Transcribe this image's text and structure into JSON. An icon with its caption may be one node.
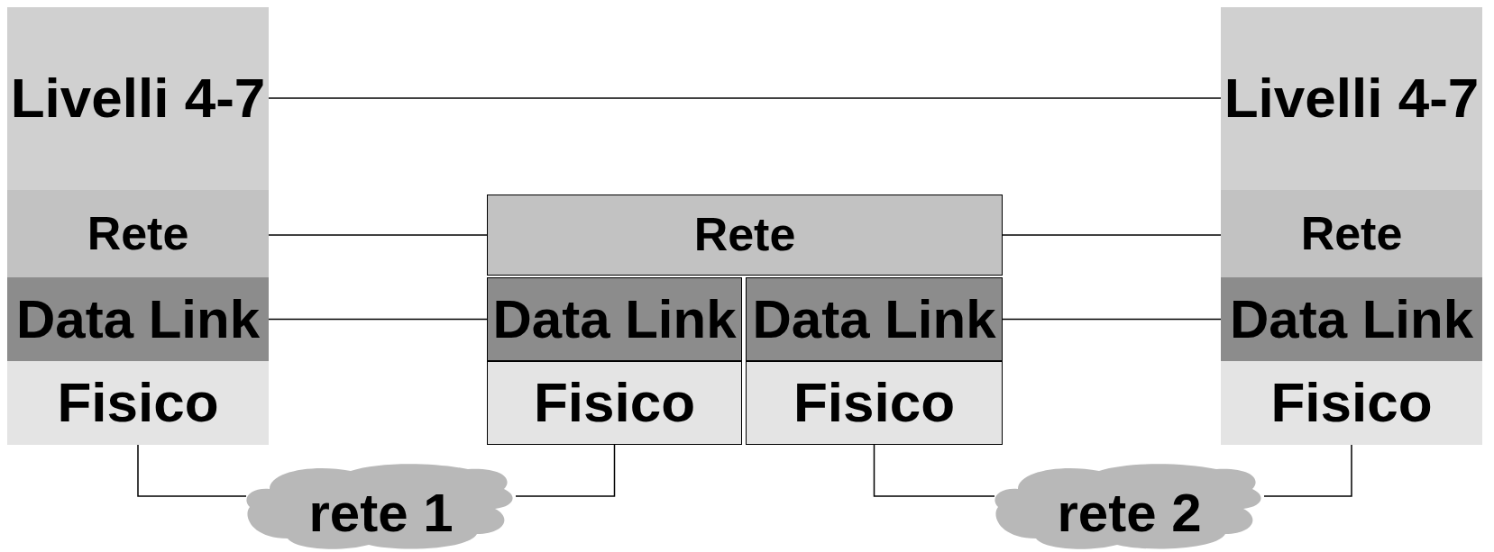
{
  "diagram": {
    "nodes": [
      {
        "text": [
          "Livelli 4-7"
        ]
      },
      {
        "text": [
          "Rete"
        ]
      },
      {
        "text": [
          "Data Link"
        ]
      },
      {
        "text": [
          "Fisico"
        ]
      },
      {
        "text": [
          "Rete"
        ]
      },
      {
        "text": [
          "Data Link"
        ]
      },
      {
        "text": [
          "Data Link"
        ]
      },
      {
        "text": [
          "Fisico"
        ]
      },
      {
        "text": [
          "Fisico"
        ]
      },
      {
        "text": [
          "Livelli 4-7"
        ]
      },
      {
        "text": [
          "Rete"
        ]
      },
      {
        "text": [
          "Data Link"
        ]
      },
      {
        "text": [
          "Fisico"
        ]
      },
      {
        "text": [
          "rete 1"
        ]
      },
      {
        "text": [
          "rete 2"
        ]
      }
    ],
    "edges": [
      {
        "from": 0,
        "to": 9,
        "arrow": "none"
      },
      {
        "from": 1,
        "to": 4,
        "arrow": "none"
      },
      {
        "from": 4,
        "to": 10,
        "arrow": "none"
      },
      {
        "from": 2,
        "to": 5,
        "arrow": "none"
      },
      {
        "from": 6,
        "to": 11,
        "arrow": "none"
      },
      {
        "from": 3,
        "to": 13,
        "arrow": "none"
      },
      {
        "from": 13,
        "to": 7,
        "arrow": "none"
      },
      {
        "from": 8,
        "to": 14,
        "arrow": "none"
      },
      {
        "from": 14,
        "to": 12,
        "arrow": "none"
      }
    ]
  }
}
